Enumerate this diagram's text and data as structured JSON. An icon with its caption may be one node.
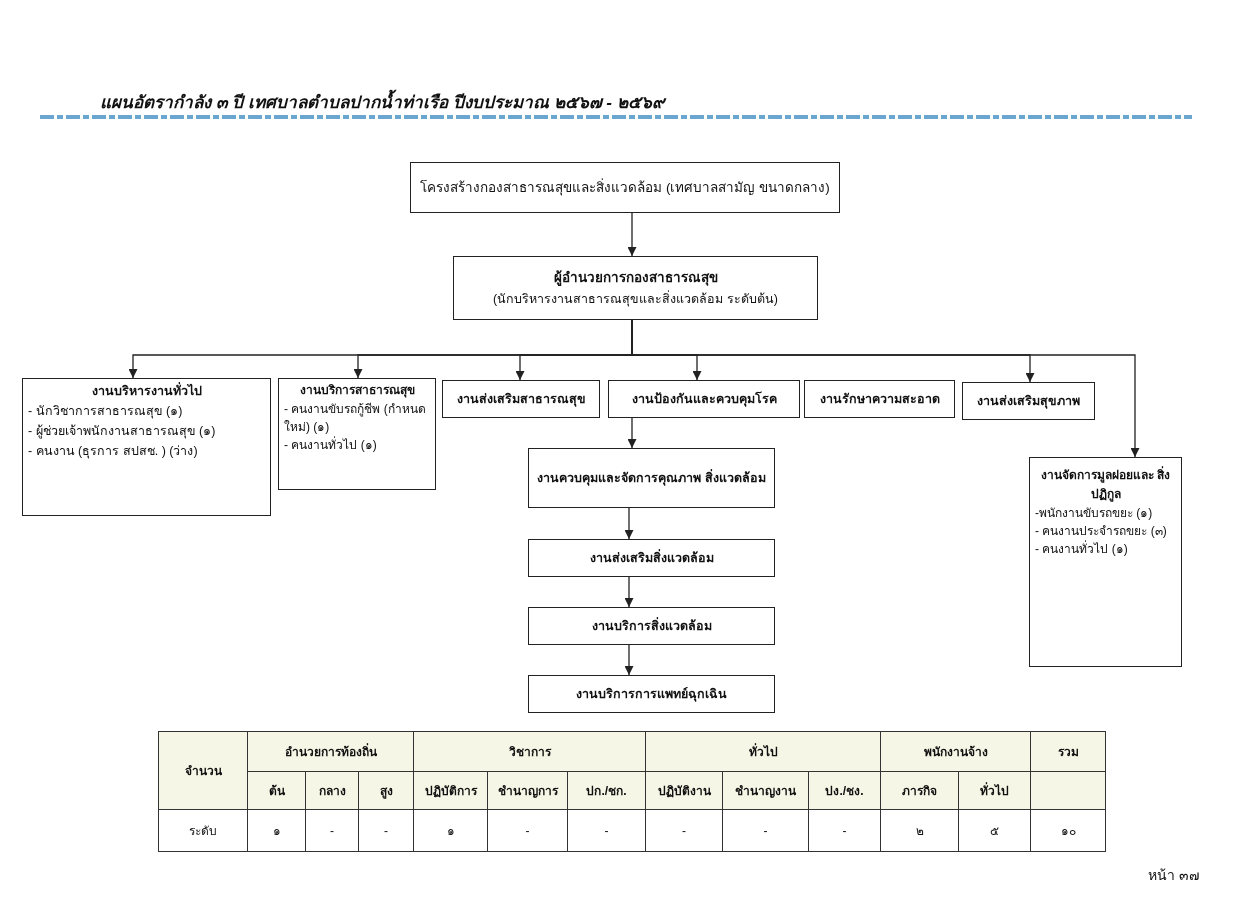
{
  "diagram": {
    "title": "แผนอัตรากำลัง ๓ ปี เทศบาลตำบลปากน้ำท่าเรือ ปีงบประมาณ ๒๕๖๗ - ๒๕๖๙",
    "nodes": [
      {
        "text": [
          "โครงสร้างกองสาธารณสุขและสิ่งแวดล้อม (เทศบาลสามัญ ขนาดกลาง)"
        ]
      },
      {
        "text": [
          "ผู้อำนวยการกองสาธารณสุข",
          "(นักบริหารงานสาธารณสุขและสิ่งแวดล้อม ระดับต้น)"
        ]
      },
      {
        "text": [
          "งานบริหารงานทั่วไป",
          "- นักวิชาการสาธารณสุข (๑)",
          "- ผู้ช่วยเจ้าพนักงานสาธารณสุข (๑)",
          "- คนงาน (ธุรการ สปสช. ) (ว่าง)"
        ]
      },
      {
        "text": [
          "งานบริการสาธารณสุข",
          "- คนงานขับรถกู้ชีพ (กำหนดใหม่) (๑)",
          "- คนงานทั่วไป (๑)"
        ]
      },
      {
        "text": [
          "งานส่งเสริมสาธารณสุข"
        ]
      },
      {
        "text": [
          "งานป้องกันและควบคุมโรค"
        ]
      },
      {
        "text": [
          "งานรักษาความสะอาด"
        ]
      },
      {
        "text": [
          "งานส่งเสริมสุขภาพ"
        ]
      },
      {
        "text": [
          "งานควบคุมและจัดการคุณภาพ สิ่งแวดล้อม"
        ]
      },
      {
        "text": [
          "งานส่งเสริมสิ่งแวดล้อม"
        ]
      },
      {
        "text": [
          "งานบริการสิ่งแวดล้อม"
        ]
      },
      {
        "text": [
          "งานบริการการแพทย์ฉุกเฉิน"
        ]
      },
      {
        "text": [
          "งานจัดการมูลฝอยและ สิ่งปฏิกูล",
          "-พนักงานขับรถขยะ (๑)",
          "- คนงานประจำรถขยะ (๓)",
          "- คนงานทั่วไป (๑)"
        ]
      }
    ],
    "edges": [
      {
        "from": 0,
        "to": 1,
        "arrow": "to"
      },
      {
        "from": 1,
        "to": 2,
        "arrow": "to"
      },
      {
        "from": 1,
        "to": 3,
        "arrow": "to"
      },
      {
        "from": 1,
        "to": 4,
        "arrow": "to"
      },
      {
        "from": 1,
        "to": 5,
        "arrow": "to"
      },
      {
        "from": 1,
        "to": 7,
        "arrow": "to"
      },
      {
        "from": 1,
        "to": 12,
        "arrow": "to"
      },
      {
        "from": 5,
        "to": 8,
        "arrow": "to"
      },
      {
        "from": 8,
        "to": 9,
        "arrow": "to"
      },
      {
        "from": 9,
        "to": 10,
        "arrow": "to"
      },
      {
        "from": 10,
        "to": 11,
        "arrow": "to"
      }
    ],
    "labels": [
      "จำนวน",
      "อำนวยการท้องถิ่น",
      "วิชาการ",
      "ทั่วไป",
      "พนักงานจ้าง",
      "รวม",
      "ต้น",
      "กลาง",
      "สูง",
      "ปฏิบัติการ",
      "ชำนาญการ",
      "ปก./ชก.",
      "ปฏิบัติงาน",
      "ชำนาญงาน",
      "ปง./ชง.",
      "ภารกิจ",
      "ทั่วไป",
      "ระดับ",
      "๑",
      "-",
      "-",
      "๑",
      "-",
      "-",
      "-",
      "-",
      "-",
      "๒",
      "๕",
      "๑๐",
      "หน้า ๓๗"
    ]
  }
}
